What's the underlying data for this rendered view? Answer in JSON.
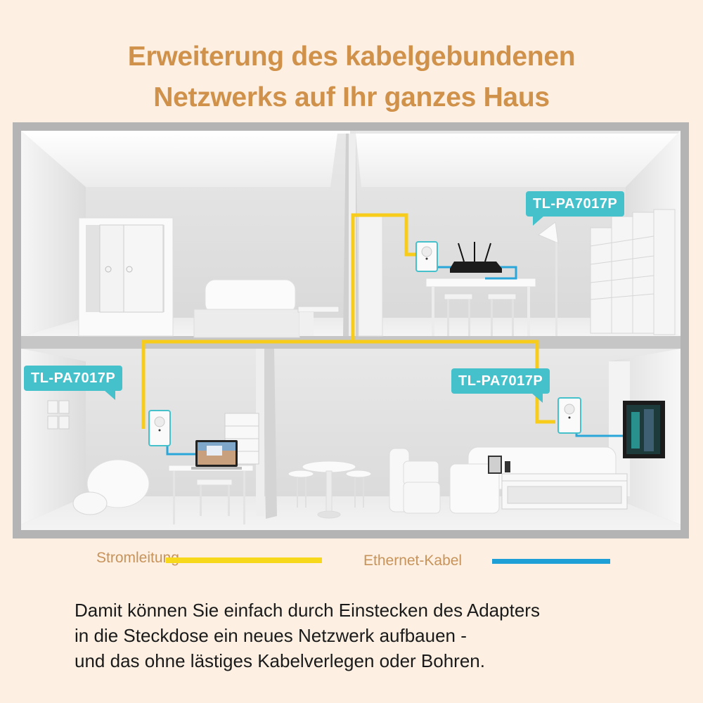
{
  "title": {
    "line1": "Erweiterung des kabelgebundenen",
    "line2": "Netzwerks auf Ihr ganzes Haus"
  },
  "colors": {
    "background": "#fdf0e2",
    "title": "#d0914a",
    "power_line": "#f7cc1a",
    "ethernet": "#2aa7d8",
    "badge": "#45c1cc",
    "house_frame": "#b4b4b4"
  },
  "house": {
    "rooms": [
      {
        "name": "bedroom",
        "floor": "upper-left",
        "items": [
          "wardrobe",
          "bed",
          "nightstand"
        ]
      },
      {
        "name": "office",
        "floor": "upper-right",
        "items": [
          "powerline-adapter",
          "router",
          "desk",
          "chairs",
          "lamp",
          "bookshelf"
        ]
      },
      {
        "name": "study",
        "floor": "lower-left",
        "items": [
          "window",
          "bean-bag",
          "pouf",
          "powerline-adapter",
          "laptop",
          "desk",
          "stools",
          "dresser"
        ]
      },
      {
        "name": "living-room",
        "floor": "lower-right",
        "items": [
          "bistro-table",
          "stools",
          "armchairs",
          "sofa",
          "tablet",
          "phone",
          "tv-stand",
          "powerline-adapter",
          "wall-tv"
        ]
      }
    ],
    "badges": [
      {
        "label": "TL-PA7017P",
        "room": "office"
      },
      {
        "label": "TL-PA7017P",
        "room": "study"
      },
      {
        "label": "TL-PA7017P",
        "room": "living-room"
      }
    ]
  },
  "legend": {
    "power": "Stromleitung",
    "ethernet": "Ethernet-Kabel"
  },
  "description": {
    "line1": "Damit können Sie einfach durch Einstecken des Adapters",
    "line2": "in die Steckdose ein neues Netzwerk aufbauen -",
    "line3": "und das ohne lästiges Kabelverlegen oder Bohren."
  }
}
